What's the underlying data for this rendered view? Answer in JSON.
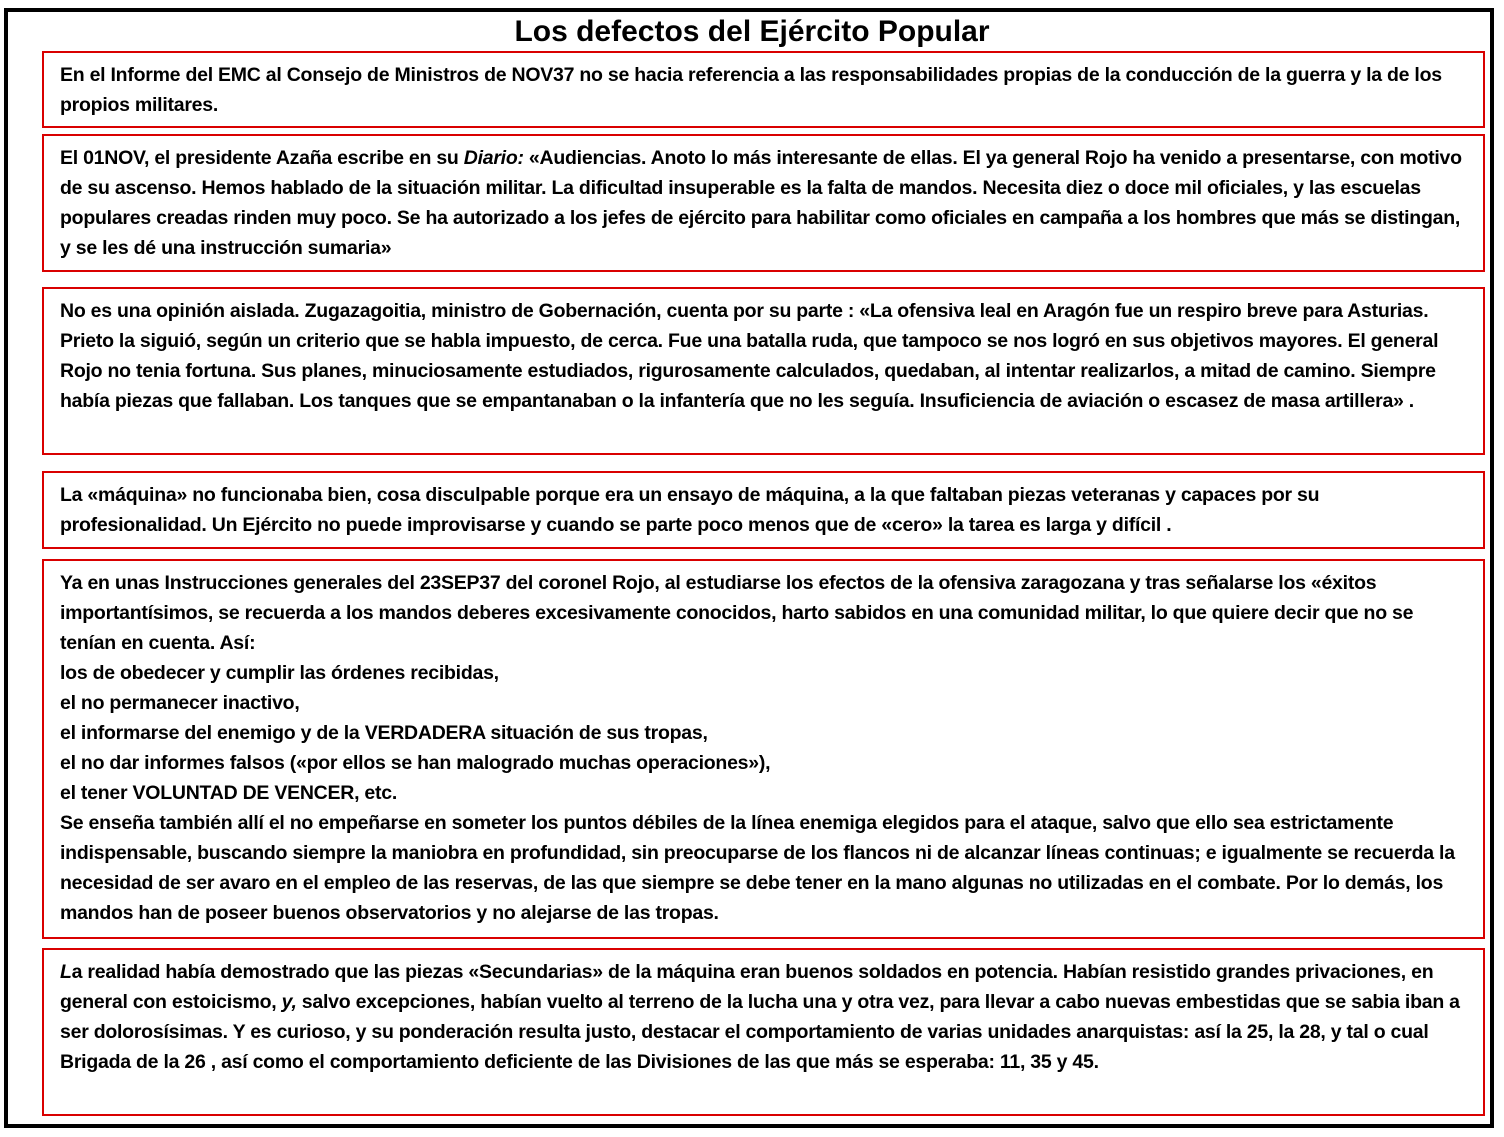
{
  "title": "Los defectos del Ejército Popular",
  "box1": {
    "text": "En el Informe del EMC al Consejo de Ministros de NOV37 no se hacia referencia a las responsabilidades propias de la conducción de la guerra y la de los propios militares."
  },
  "box2": {
    "pre": "El 01NOV, el presidente Azaña escribe en su ",
    "em": "Diario:",
    "post": " «Audiencias. Anoto lo más interesante de ellas. El ya general Rojo ha venido a presentarse, con motivo de su ascenso. Hemos hablado de la situación militar. La dificultad insuperable es la falta de mandos. Necesita diez o doce mil oficiales, y las escuelas populares creadas rinden muy poco. Se ha autorizado a los jefes de ejército para habilitar como oficiales en campaña a los hombres que más se distingan, y se les dé una instrucción sumaria»"
  },
  "box3": {
    "text": "No es una opinión aislada. Zugazagoitia, ministro de Gobernación, cuenta por su parte : «La ofensiva leal en Aragón fue un respiro breve para Asturias. Prieto la siguió, según un criterio que se habla impuesto, de cerca. Fue una batalla ruda, que tampoco se nos logró en sus objetivos mayores. El general Rojo no tenia fortuna. Sus planes, minuciosamente estudiados, rigurosamente calculados, quedaban, al intentar realizarlos, a mitad de camino. Siempre había piezas que fallaban. Los tanques que se empantanaban o la infantería que no les seguía. Insuficiencia de aviación o escasez de masa artillera» ."
  },
  "box4": {
    "text": "La «máquina» no funcionaba bien, cosa disculpable porque era un ensayo de máquina, a la que faltaban piezas veteranas y capaces por su profesionalidad. Un Ejército no puede improvisarse y cuando se parte poco menos que de «cero» la tarea es larga y difícil ."
  },
  "box5": {
    "intro": "Ya en unas Instrucciones generales del 23SEP37 del coronel Rojo, al estudiarse los efectos de la ofensiva zaragozana y tras señalarse los «éxitos importantísimos,   se recuerda a los mandos deberes excesivamente conocidos, harto sabidos en una comunidad militar, lo que quiere decir que no se tenían en cuenta.  Así:",
    "items": [
      "los de obedecer y cumplir las órdenes recibidas,",
      "el no permanecer inactivo,",
      "el informarse del enemigo y de la VERDADERA situación de sus tropas,",
      "el no dar informes falsos («por ellos se han malogrado muchas operaciones»),",
      "el tener VOLUNTAD DE VENCER, etc."
    ],
    "outro": "Se enseña también allí el no empeñarse en someter los puntos débiles de la línea enemiga elegidos para el ataque, salvo que ello sea estrictamente indispensable, buscando siempre la maniobra en profundidad, sin preocuparse de los flancos ni de alcanzar líneas continuas; e igualmente se recuerda la necesidad de ser avaro en el empleo de las reservas, de las que siempre se debe tener en la mano algunas no utilizadas en el combate. Por lo demás, los mandos han de poseer buenos observatorios y no alejarse de las tropas."
  },
  "box6": {
    "first": "L",
    "a": "a realidad había demostrado que las piezas «Secundarias» de la máquina eran buenos soldados en potencia. Habían resistido grandes privaciones, en general con estoicismo, ",
    "y": "y,",
    "b": " salvo excepciones, habían vuelto al terreno de la lucha una y otra vez, para llevar a cabo nuevas embestidas que se sabia iban a ser dolorosísimas. Y es curioso, y su ponderación resulta justo, destacar el comportamiento de varias unidades anarquistas: así la 25, la 28, y tal o cual Brigada de la 26 , así como el comportamiento deficiente de las Divisiones de las que más se esperaba: 11, 35 y 45."
  }
}
